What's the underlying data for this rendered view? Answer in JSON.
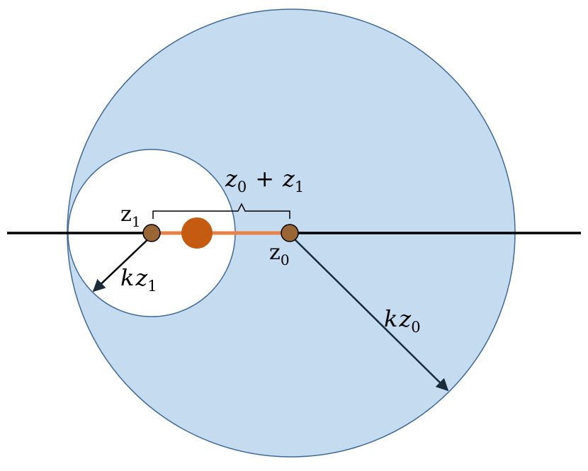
{
  "labels": {
    "z1": {
      "base": "z",
      "sub": "1"
    },
    "z0": {
      "base": "z",
      "sub": "0"
    },
    "sum": {
      "a_base": "z",
      "a_sub": "0",
      "op": "+",
      "b_base": "z",
      "b_sub": "1"
    },
    "kz1": {
      "k": "k",
      "base": "z",
      "sub": "1"
    },
    "kz0": {
      "k": "k",
      "base": "z",
      "sub": "0"
    }
  },
  "colors": {
    "big_circle_fill": "#c5dbf0",
    "big_circle_stroke": "#3f6a95",
    "small_circle_fill": "#ffffff",
    "segment": "#e8804a",
    "center_dot": "#c55a11",
    "point_fill": "#9a6535",
    "axis_line": "#000000",
    "radius_arrow": "#1a2b3c"
  }
}
